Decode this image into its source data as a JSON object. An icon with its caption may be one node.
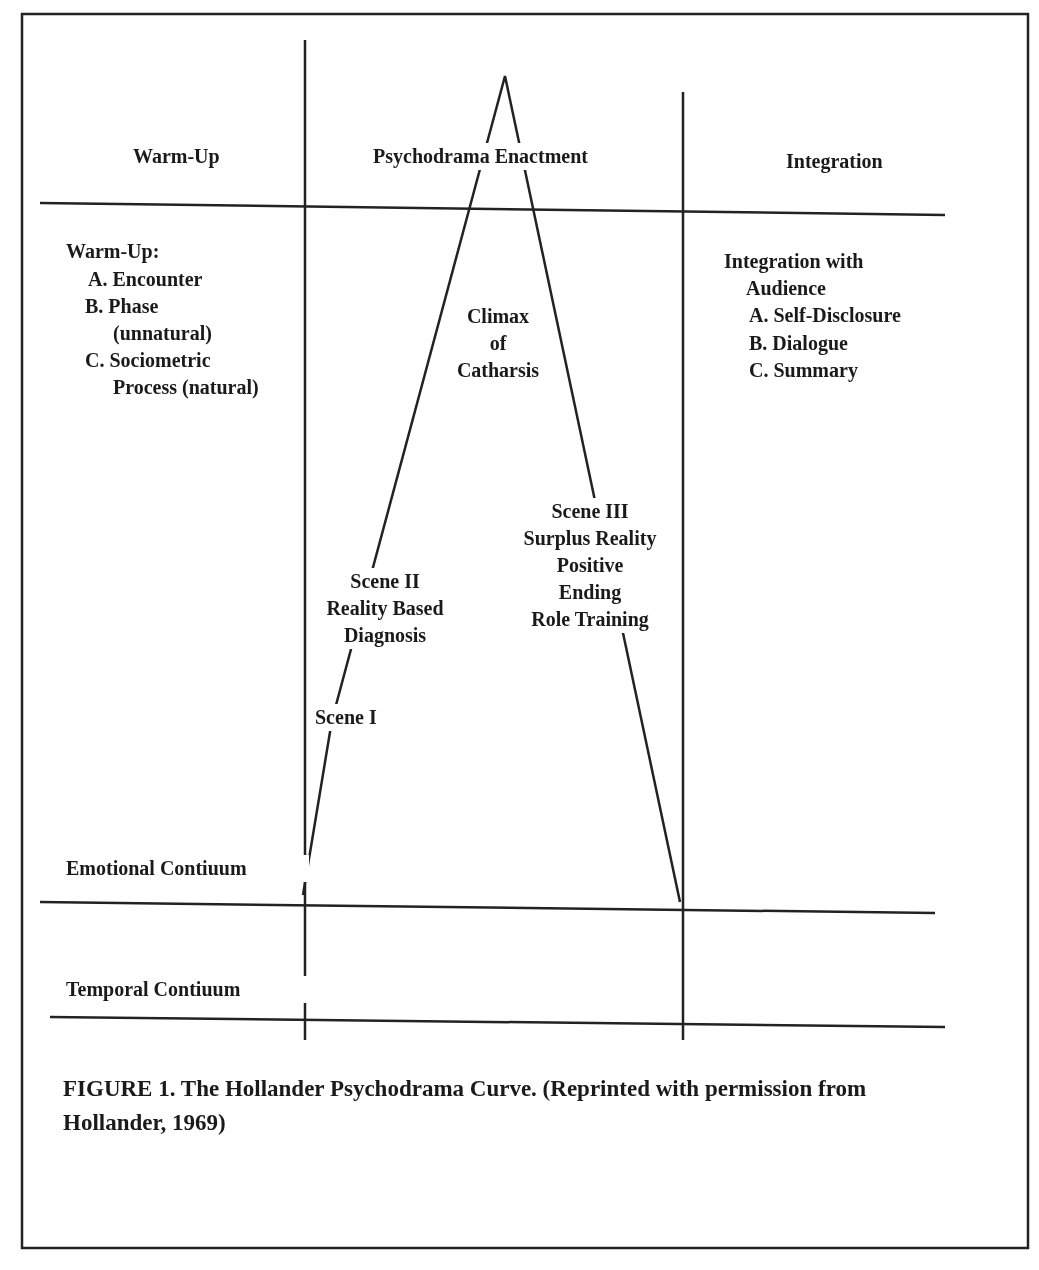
{
  "diagram": {
    "caption": "FIGURE 1. The Hollander Psychodrama Curve. (Reprinted with permission from Hollander, 1969)",
    "labels": [
      "Warm-Up",
      "Psychodrama Enactment",
      "Integration",
      "Warm-Up:",
      "A. Encounter",
      "B. Phase (unnatural)",
      "C. Sociometric Process (natural)",
      "Integration with Audience",
      "A. Self-Disclosure",
      "B. Dialogue",
      "C. Summary",
      "Climax of Catharsis",
      "Scene III",
      "Surplus Reality",
      "Positive Ending",
      "Role Training",
      "Scene II",
      "Reality Based Diagnosis",
      "Scene I",
      "Emotional Contiuum",
      "Temporal Contiuum"
    ]
  }
}
